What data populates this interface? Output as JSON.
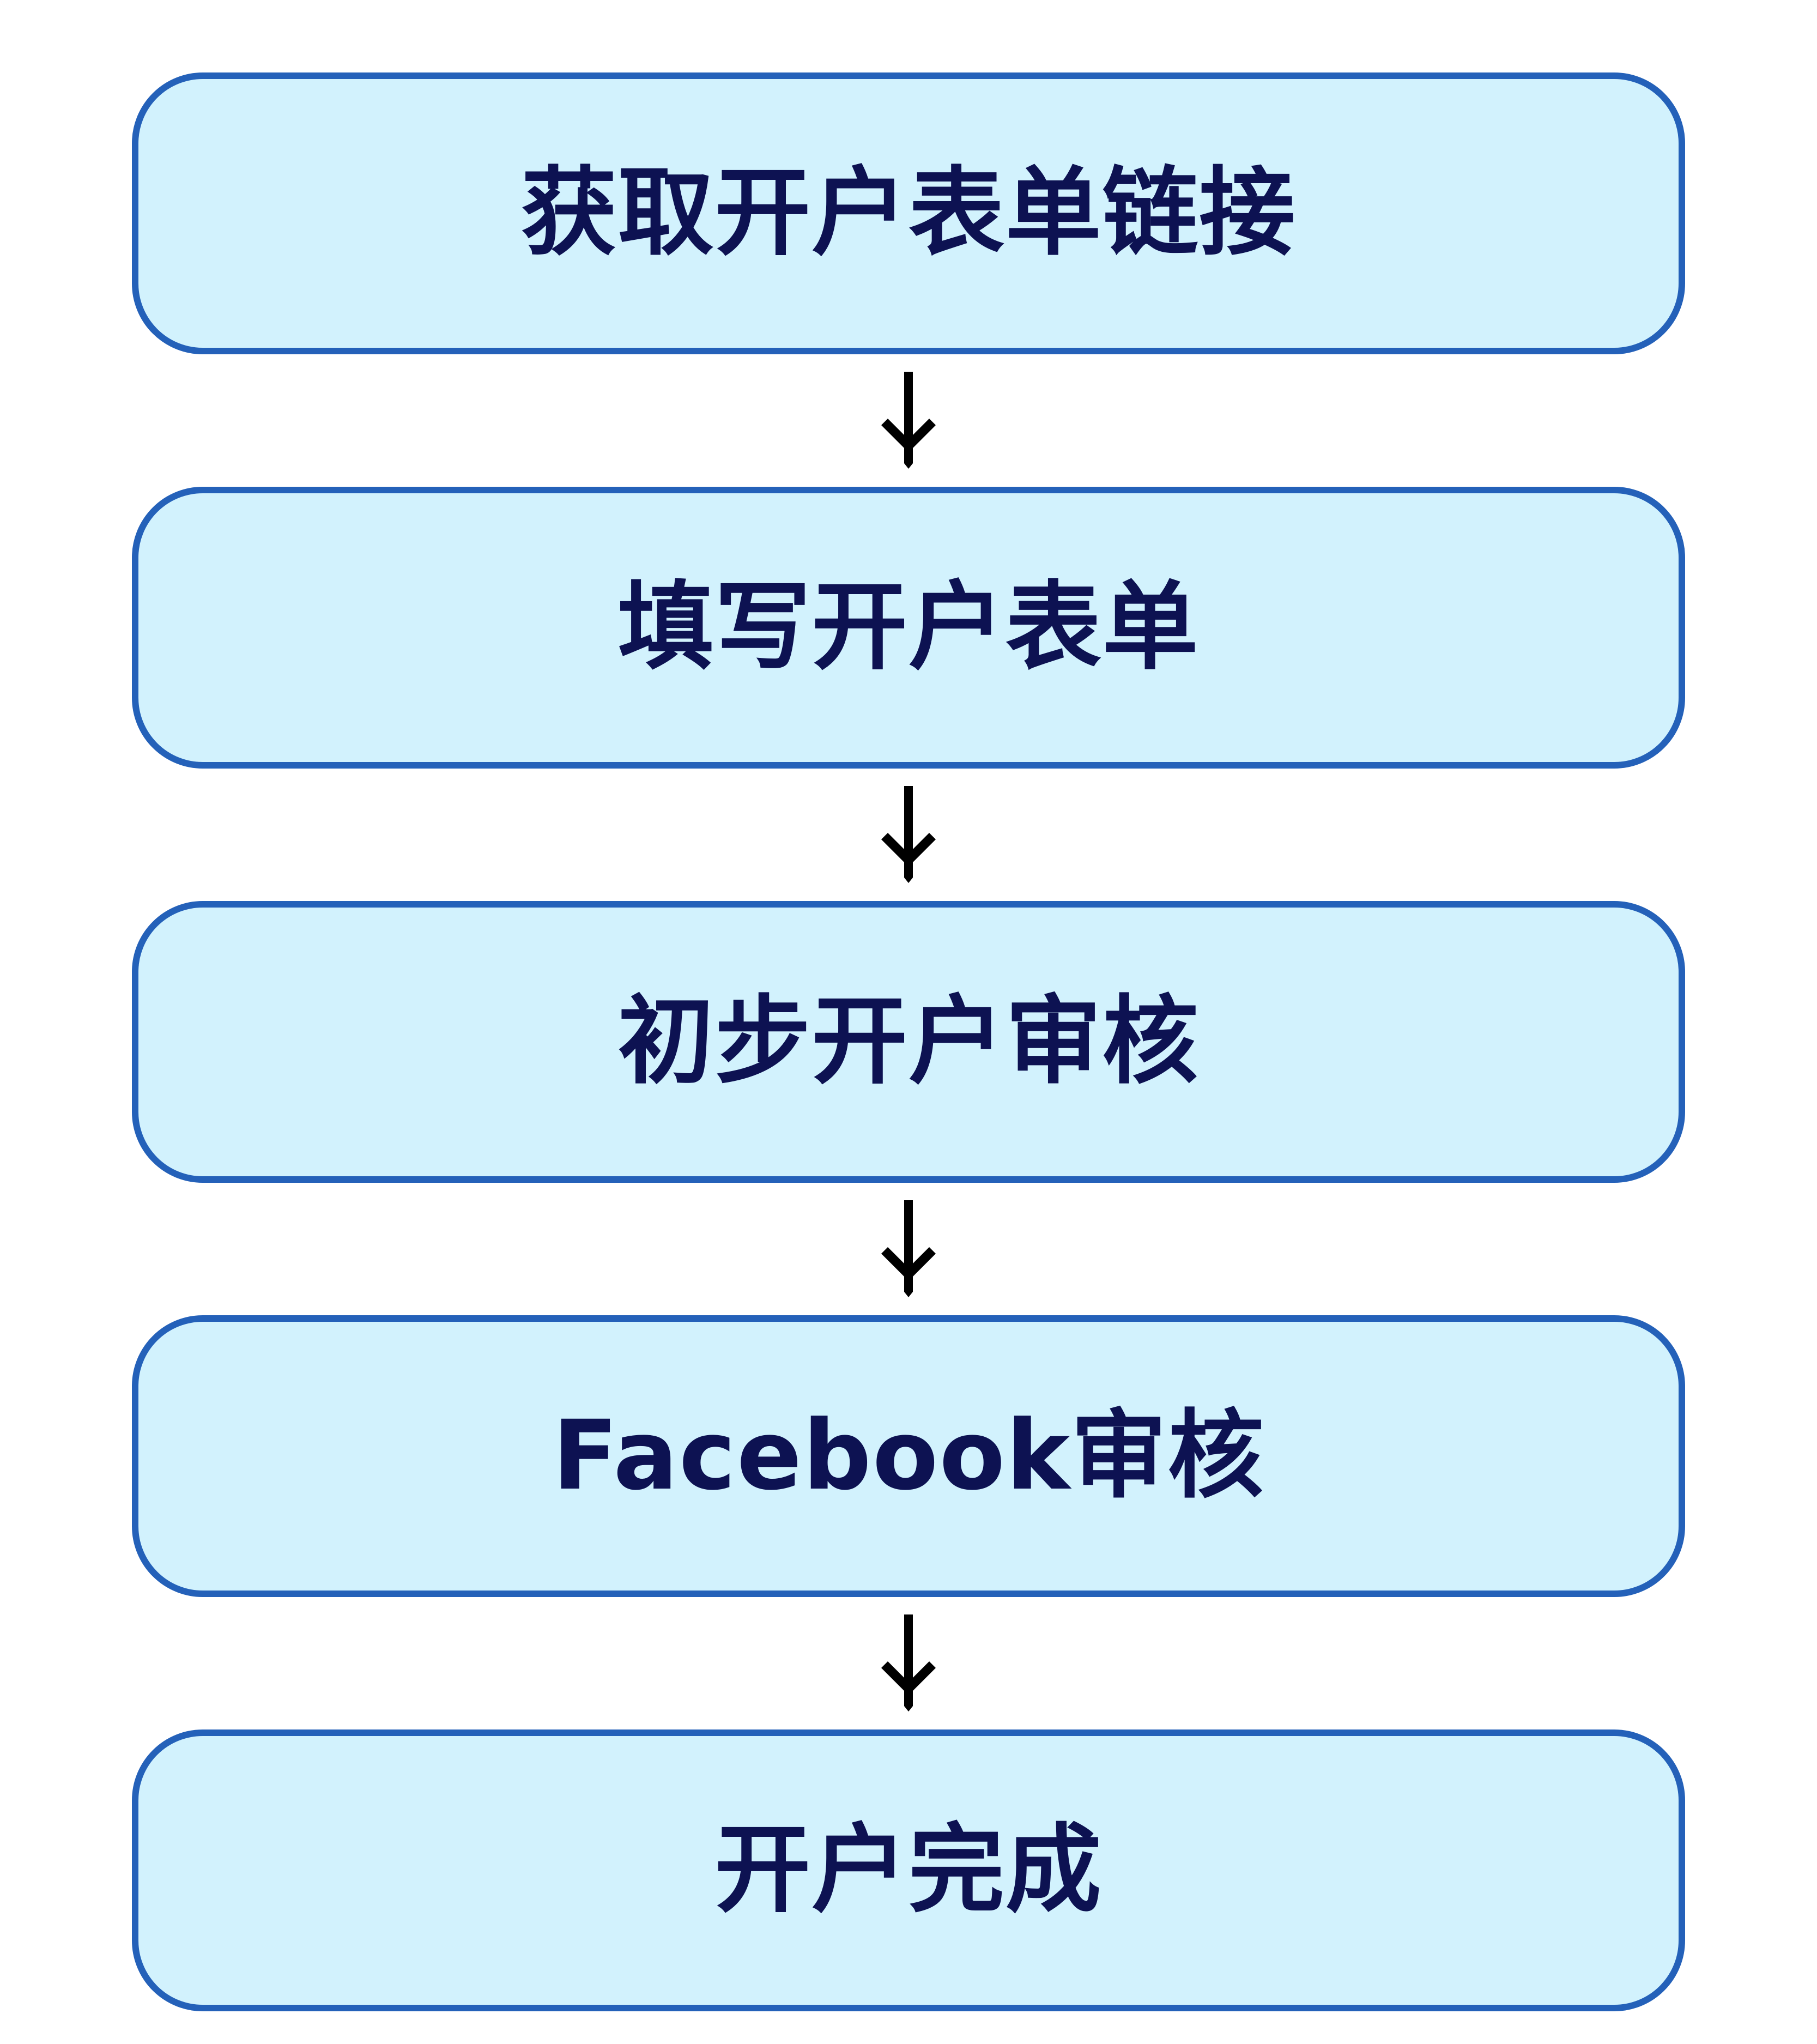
{
  "diagram": {
    "title_present": false,
    "background_color": "#ffffff",
    "node_fill_color": "#d2f2fd",
    "node_border_color": "#2461b9",
    "node_text_color": "#0d1252",
    "connector_color": "#000000",
    "connector_icon": "arrow-down-icon",
    "orientation": "vertical",
    "nodes": [
      {
        "id": "step-1",
        "label": "获取开户表单链接"
      },
      {
        "id": "step-2",
        "label": "填写开户表单"
      },
      {
        "id": "step-3",
        "label": "初步开户审核"
      },
      {
        "id": "step-4",
        "label": "Facebook审核"
      },
      {
        "id": "step-5",
        "label": "开户完成"
      }
    ],
    "connectors": [
      {
        "id": "connector-1",
        "from": "step-1",
        "to": "step-2",
        "label": ""
      },
      {
        "id": "connector-2",
        "from": "step-2",
        "to": "step-3",
        "label": ""
      },
      {
        "id": "connector-3",
        "from": "step-3",
        "to": "step-4",
        "label": ""
      },
      {
        "id": "connector-4",
        "from": "step-4",
        "to": "step-5",
        "label": ""
      }
    ]
  }
}
